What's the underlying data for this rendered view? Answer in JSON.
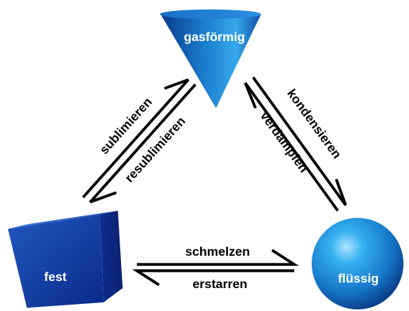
{
  "states": {
    "gas": "gasförmig",
    "solid": "fest",
    "liquid": "flüssig"
  },
  "transitions": {
    "solid_to_gas": "sublimieren",
    "gas_to_solid": "resublimieren",
    "gas_to_liquid": "kondensieren",
    "liquid_to_gas": "verdampfen",
    "solid_to_liquid": "schmelzen",
    "liquid_to_solid": "erstarren"
  },
  "colors": {
    "shape_dark": "#0a2a8a",
    "shape_mid": "#1e64c8",
    "shape_light": "#5ab4f0",
    "arrow": "#000000",
    "label_on_shape": "#ffffff"
  }
}
